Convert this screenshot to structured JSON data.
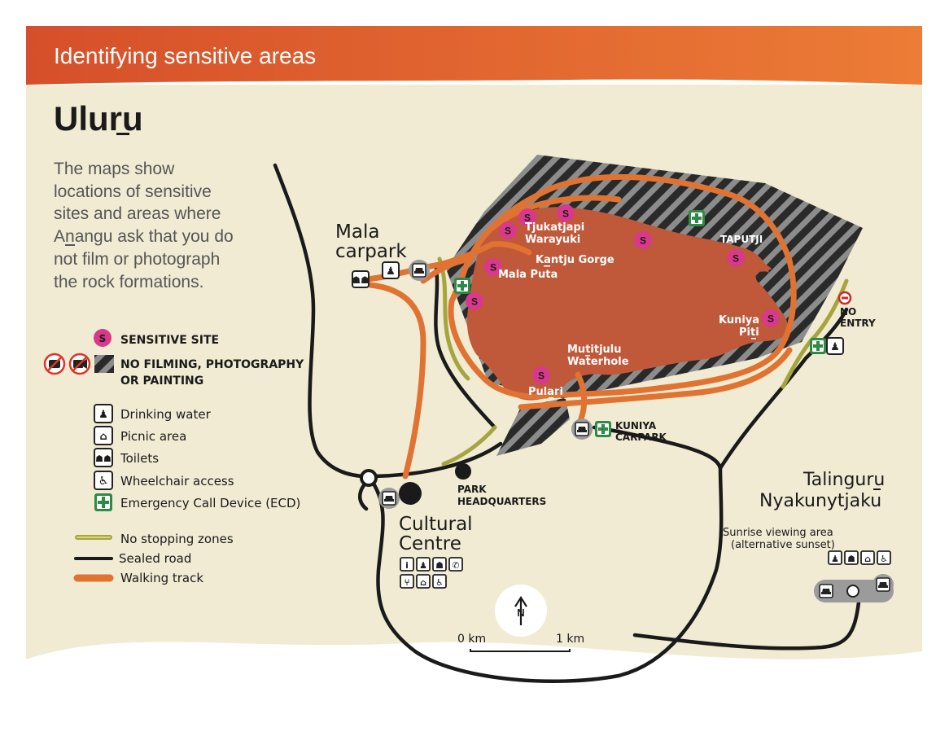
{
  "header": {
    "title": "Identifying sensitive areas"
  },
  "map_title": {
    "prefix": "Ulu",
    "underlined": "r",
    "suffix": "u"
  },
  "intro": {
    "line1": "The maps show",
    "line2": "locations of sensitive",
    "line3": "sites and areas where",
    "line4_a": "A",
    "line4_u": "n",
    "line4_b": "angu ask that you do",
    "line5": "not film or photograph",
    "line6": "the rock formations."
  },
  "legend": {
    "sensitive_marker": "S",
    "sensitive_site": "SENSITIVE SITE",
    "no_filming_line1": "NO FILMING, PHOTOGRAPHY",
    "no_filming_line2": "OR PAINTING",
    "drinking_water": "Drinking water",
    "picnic_area": "Picnic area",
    "toilets": "Toilets",
    "wheelchair_access": "Wheelchair access",
    "ecd": "Emergency Call Device (ECD)",
    "no_stopping": "No stopping zones",
    "sealed_road": "Sealed road",
    "walking_track": "Walking track"
  },
  "labels": {
    "mala_carpark_1": "Mala",
    "mala_carpark_2": "carpark",
    "tjukatjapi_1": "Tjukatjapi",
    "tjukatjapi_2": "Warayuki",
    "kantju_a": "Ka",
    "kantju_u": "n",
    "kantju_b": "tju Gorge",
    "mala_puta": "Mala Puta",
    "taputji": "TAPUTJI",
    "kuniya_1": "Kuniya",
    "kuniya_2_a": "Pi",
    "kuniya_2_u": "t",
    "kuniya_2_b": "i",
    "mutitjulu_1_a": "Mu",
    "mutitjulu_1_u": "t",
    "mutitjulu_1_b": "itjulu",
    "mutitjulu_2": "Waterhole",
    "pulari_a": "Pula",
    "pulari_u": "r",
    "pulari_b": "i",
    "no_entry_1": "NO",
    "no_entry_2": "ENTRY",
    "kuniya_carpark_1": "KUNIYA",
    "kuniya_carpark_2": "CARPARK",
    "park_hq_1": "PARK",
    "park_hq_2": "HEADQUARTERS",
    "cultural_1": "Cultural",
    "cultural_2": "Centre",
    "talinguru_1_a": "Talingu",
    "talinguru_1_u": "r",
    "talinguru_1_b": "u",
    "talinguru_2": "Nyakunytjaku",
    "sunrise_1": "Sunrise viewing area",
    "sunrise_2": "(alternative sunset)"
  },
  "scale": {
    "start": "0 km",
    "end": "1 km"
  },
  "colors": {
    "banner": "#d9562b",
    "banner_light": "#ea7a35",
    "background": "#f1ebd3",
    "rock": "#c0583a",
    "walking_track": "#e07332",
    "no_stopping": "#a5a53d",
    "sensitive_marker": "#d9398a",
    "ecd": "#2f8a47"
  },
  "icons": [
    "sensitive-site-marker",
    "no-camera-icon",
    "no-video-icon",
    "drinking-water-icon",
    "picnic-area-icon",
    "toilets-icon",
    "wheelchair-icon",
    "ecd-icon",
    "car-icon",
    "info-icon",
    "phone-icon",
    "north-arrow-icon",
    "no-entry-icon"
  ]
}
